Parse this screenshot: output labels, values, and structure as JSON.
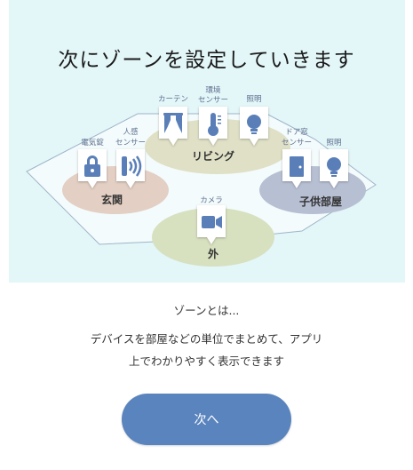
{
  "header": {
    "title": "次にゾーンを設定していきます"
  },
  "illustration": {
    "zones": {
      "living": "リビング",
      "entrance": "玄関",
      "kids_room": "子供部屋",
      "outside": "外"
    },
    "devices": {
      "curtain": "カーテン",
      "env_sensor_line1": "環境",
      "env_sensor_line2": "センサー",
      "living_light": "照明",
      "lock": "電気錠",
      "motion_line1": "人感",
      "motion_line2": "センサー",
      "door_line1": "ドア窓",
      "door_line2": "センサー",
      "kids_light": "照明",
      "camera": "カメラ"
    },
    "colors": {
      "hero_bg": "#e3f6f8",
      "living": "#dfe0c6",
      "entrance": "#e3cfc3",
      "kids_room": "#b7bfd3",
      "outside": "#d7e0bf",
      "icon": "#5a7fb8"
    }
  },
  "explanation": {
    "heading": "ゾーンとは...",
    "line1": "デバイスを部屋などの単位でまとめて、アプリ",
    "line2": "上でわかりやすく表示できます"
  },
  "footer": {
    "next_label": "次へ",
    "accent": "#5a84bd"
  }
}
